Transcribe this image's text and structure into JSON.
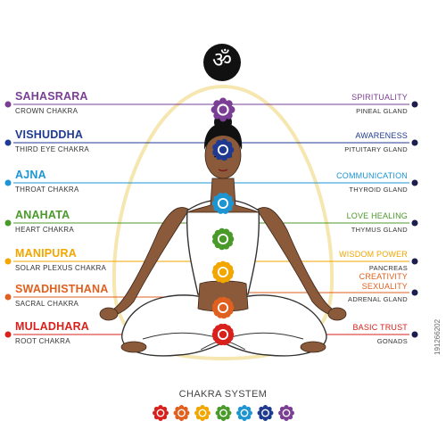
{
  "title": "CHAKRA SYSTEM",
  "symbol": "ॐ",
  "watermark": "191266202",
  "colors": {
    "sahasrara": "#7a3f94",
    "vishuddha": "#1f3b91",
    "ajna": "#1e95d3",
    "anahata": "#4a9a2a",
    "manipura": "#f2a600",
    "swadhisthana": "#e0601f",
    "muladhara": "#d8211c",
    "skin": "#8a5a3a",
    "aura": "#f6e6b0"
  },
  "chakras": [
    {
      "name": "SAHASRARA",
      "subtitle": "CROWN CHAKRA",
      "meaning": "SPIRITUALITY",
      "gland": "PINEAL GLAND",
      "color": "#7a3f94",
      "icon": "lotus-crown-icon"
    },
    {
      "name": "VISHUDDHA",
      "subtitle": "THIRD EYE CHAKRA",
      "meaning": "AWARENESS",
      "gland": "PITUITARY GLAND",
      "color": "#1f3b91",
      "icon": "eye-icon"
    },
    {
      "name": "AJNA",
      "subtitle": "THROAT CHAKRA",
      "meaning": "COMMUNICATION",
      "gland": "THYROID GLAND",
      "color": "#1e95d3",
      "icon": "throat-lotus-icon"
    },
    {
      "name": "ANAHATA",
      "subtitle": "HEART CHAKRA",
      "meaning": "LOVE HEALING",
      "gland": "THYMUS GLAND",
      "color": "#4a9a2a",
      "icon": "hexagram-icon"
    },
    {
      "name": "MANIPURA",
      "subtitle": "SOLAR PLEXUS CHAKRA",
      "meaning": "WISDOM POWER",
      "gland": "PANCREAS",
      "color": "#f2a600",
      "icon": "triangle-lotus-icon"
    },
    {
      "name": "SWADHISTHANA",
      "subtitle": "SACRAL CHAKRA",
      "meaning": "CREATIVITY SEXUALITY",
      "meaning_lines": [
        "CREATIVITY",
        "SEXUALITY"
      ],
      "gland": "ADRENAL GLAND",
      "color": "#e0601f",
      "icon": "crescent-lotus-icon"
    },
    {
      "name": "MULADHARA",
      "subtitle": "ROOT  CHAKRA",
      "meaning": "BASIC TRUST",
      "gland": "GONADS",
      "color": "#d8211c",
      "icon": "square-lotus-icon"
    }
  ]
}
